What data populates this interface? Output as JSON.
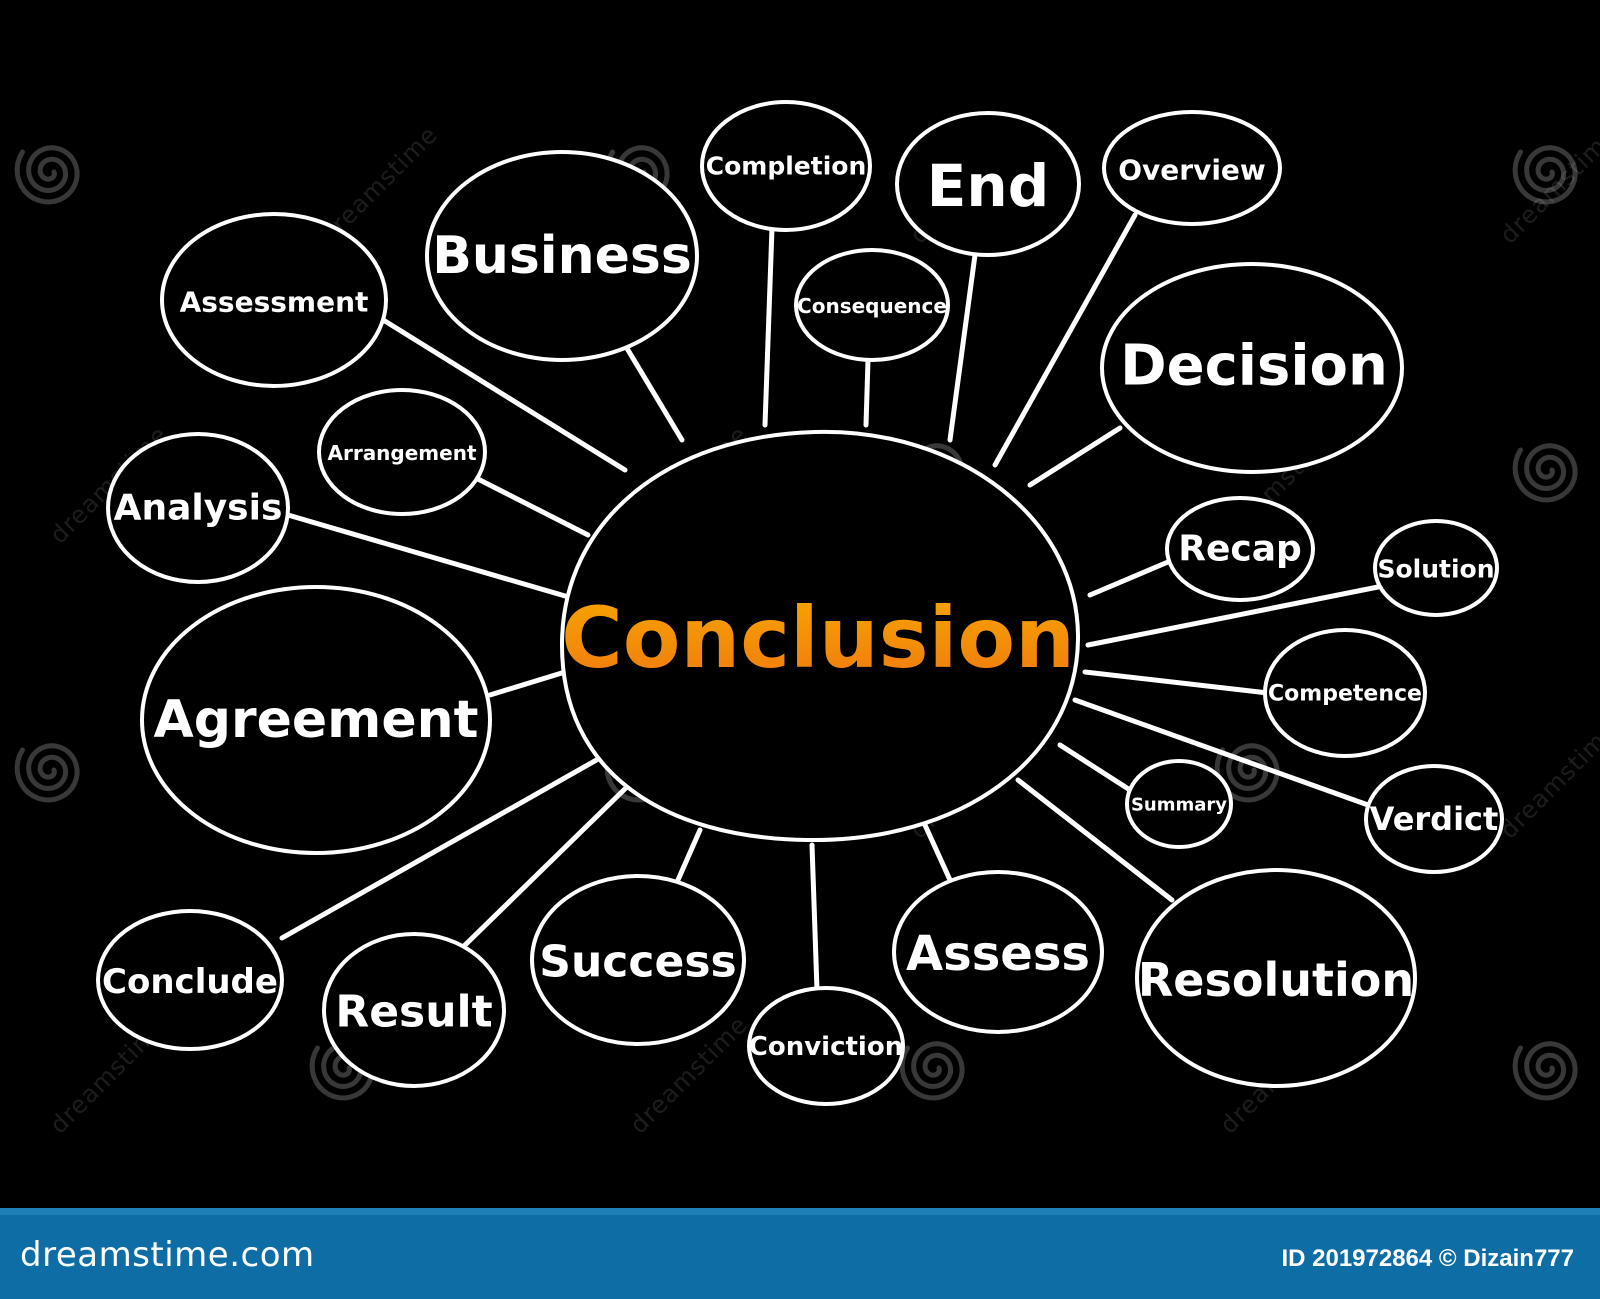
{
  "center": {
    "label": "Conclusion",
    "gradient_top": "#f7a600",
    "gradient_bottom": "#f07a10"
  },
  "bubbles": [
    "Assessment",
    "Business",
    "Completion",
    "End",
    "Overview",
    "Consequence",
    "Decision",
    "Arrangement",
    "Analysis",
    "Recap",
    "Solution",
    "Agreement",
    "Competence",
    "Summary",
    "Verdict",
    "Conclude",
    "Result",
    "Success",
    "Conviction",
    "Assess",
    "Resolution"
  ],
  "watermark": {
    "text": "dreamstime",
    "icon": "spiral-logo-icon"
  },
  "footer": {
    "site": "dreamstime.com",
    "image_info": "ID 201972864 © Dizain777",
    "bar_color": "#0f6da6"
  }
}
